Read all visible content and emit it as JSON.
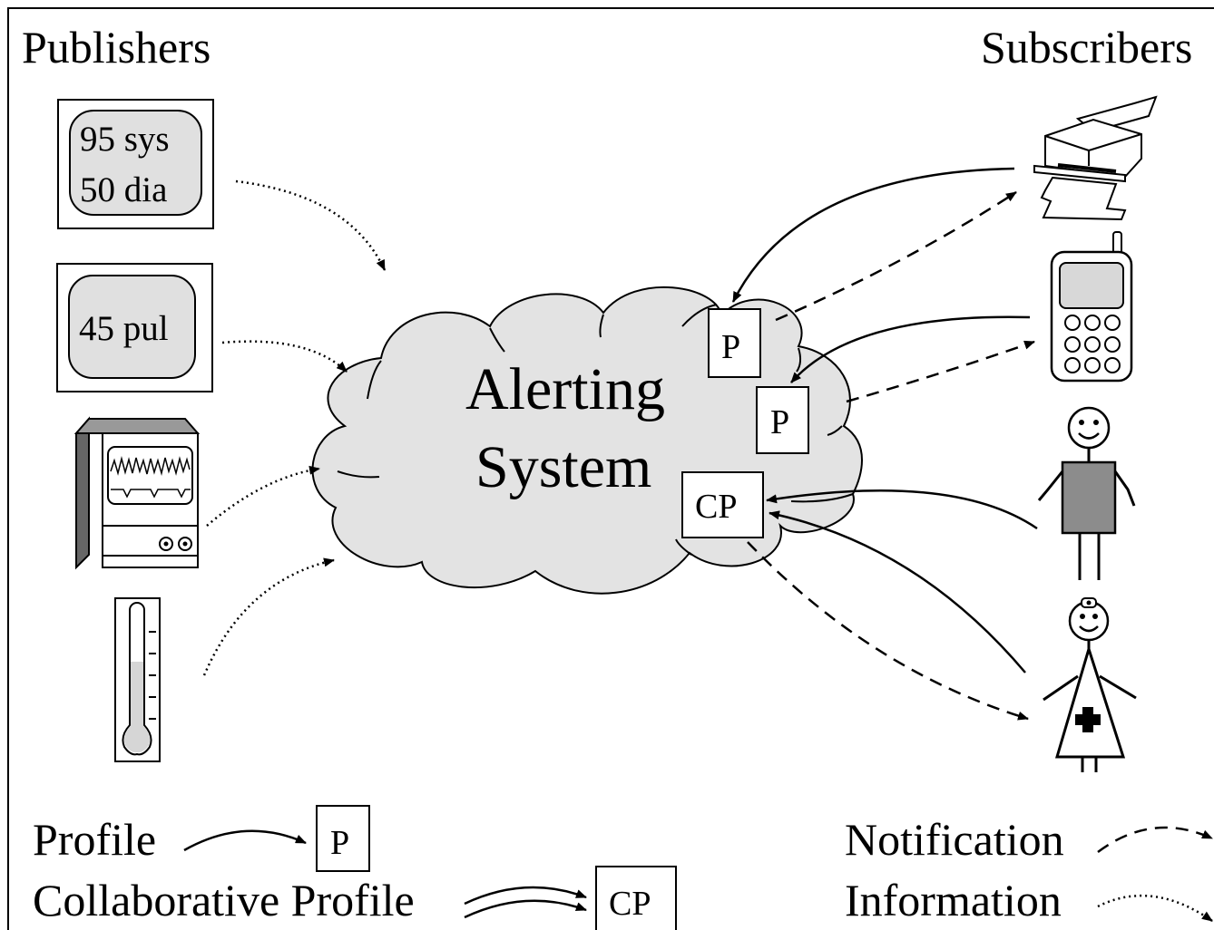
{
  "headers": {
    "publishers": "Publishers",
    "subscribers": "Subscribers"
  },
  "publishers": {
    "bp_monitor": {
      "line1": "95 sys",
      "line2": "50 dia"
    },
    "pulse_monitor": {
      "line1": "45 pul"
    },
    "ecg_monitor": {
      "icon": "ecg-monitor-icon"
    },
    "thermometer": {
      "icon": "thermometer-icon"
    }
  },
  "system": {
    "line1": "Alerting",
    "line2": "System"
  },
  "profiles": {
    "p1": "P",
    "p2": "P",
    "cp": "CP"
  },
  "subscribers": {
    "printer": {
      "icon": "printer-icon"
    },
    "phone": {
      "icon": "mobile-phone-icon"
    },
    "patient": {
      "icon": "patient-icon"
    },
    "nurse": {
      "icon": "nurse-icon"
    }
  },
  "legend": {
    "profile": {
      "label": "Profile",
      "symbol": "P"
    },
    "collaborative_profile": {
      "label": "Collaborative Profile",
      "symbol": "CP"
    },
    "notification": {
      "label": "Notification"
    },
    "information": {
      "label": "Information"
    }
  },
  "colors": {
    "cloud_fill": "#e3e3e3",
    "display_fill": "#e0e0e0",
    "figure_fill": "#8c8c8c",
    "line": "#000000"
  }
}
